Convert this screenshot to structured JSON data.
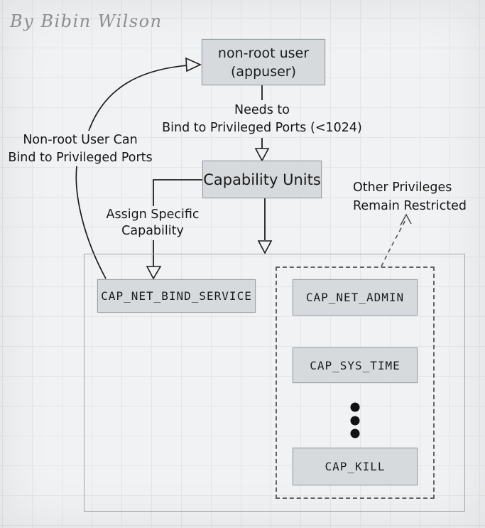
{
  "author_credit": "By Bibin Wilson",
  "colors": {
    "background": "#f1f2f3",
    "grid_line": "#e3e5e7",
    "node_fill": "#d6dadd",
    "node_border": "#9aa1a7",
    "connector_line": "#1c1c1c",
    "dashed_border": "#5f6468",
    "muted_text": "#8b8e90"
  },
  "nodes": {
    "non_root_user": {
      "line1": "non-root user",
      "line2": "(appuser)"
    },
    "capability_units": {
      "label": "Capability Units"
    },
    "cap_net_bind_service": {
      "label": "CAP_NET_BIND_SERVICE"
    },
    "cap_net_admin": {
      "label": "CAP_NET_ADMIN"
    },
    "cap_sys_time": {
      "label": "CAP_SYS_TIME"
    },
    "cap_kill": {
      "label": "CAP_KILL"
    }
  },
  "edge_labels": {
    "needs_to": {
      "line1": "Needs to",
      "line2": "Bind to Privileged Ports (<1024)"
    },
    "non_root_can": {
      "line1": "Non-root User Can",
      "line2": "Bind to Privileged Ports"
    },
    "assign_specific": {
      "line1": "Assign Specific",
      "line2": "Capability"
    },
    "other_privileges": {
      "line1": "Other Privileges",
      "line2": "Remain Restricted"
    }
  }
}
